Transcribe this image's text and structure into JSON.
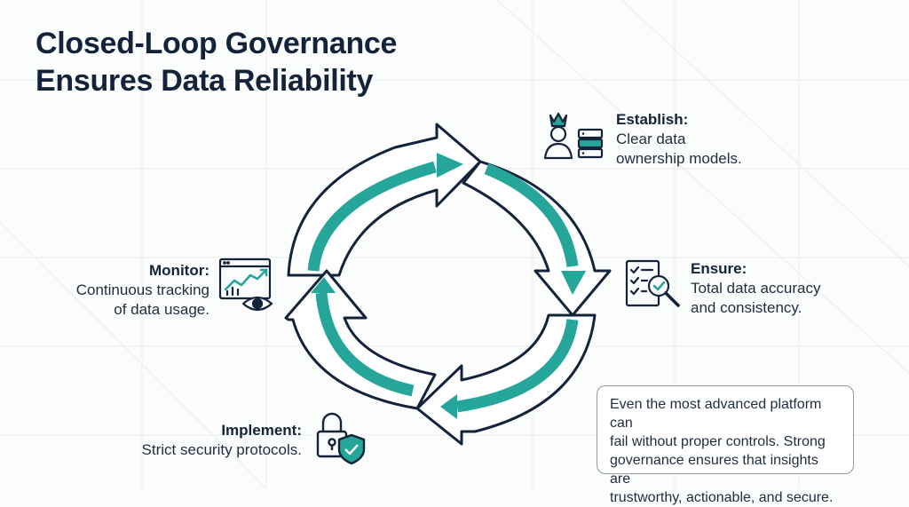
{
  "title": {
    "line1": "Closed-Loop Governance",
    "line2": "Ensures Data Reliability"
  },
  "steps": {
    "establish": {
      "heading": "Establish:",
      "body_line1": "Clear data",
      "body_line2": "ownership models.",
      "icon": "data-owner-crown-server-icon"
    },
    "ensure": {
      "heading": "Ensure:",
      "body_line1": "Total data accuracy",
      "body_line2": "and consistency.",
      "icon": "checklist-magnifier-icon"
    },
    "implement": {
      "heading": "Implement:",
      "body_line1": "Strict security protocols.",
      "icon": "padlock-shield-icon"
    },
    "monitor": {
      "heading": "Monitor:",
      "body_line1": "Continuous tracking",
      "body_line2": "of data usage.",
      "icon": "chart-eye-icon"
    }
  },
  "note": {
    "line1": "Even the most advanced platform can",
    "line2": "fail without proper controls. Strong",
    "line3": "governance ensures that insights are",
    "line4": "trustworthy, actionable, and secure."
  },
  "colors": {
    "teal": "#26a69a",
    "navy": "#13233a",
    "grid": "#e6eaee"
  }
}
